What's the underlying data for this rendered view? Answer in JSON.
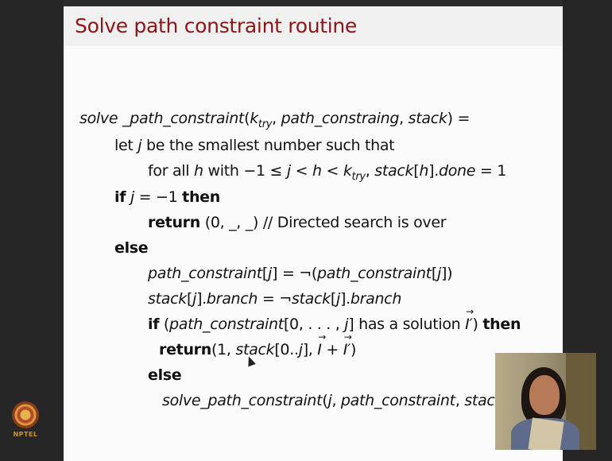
{
  "slide": {
    "title": "Solve path constraint routine"
  },
  "logo": {
    "text": "NPTEL"
  },
  "video": {
    "label": "Presenter webcam"
  }
}
